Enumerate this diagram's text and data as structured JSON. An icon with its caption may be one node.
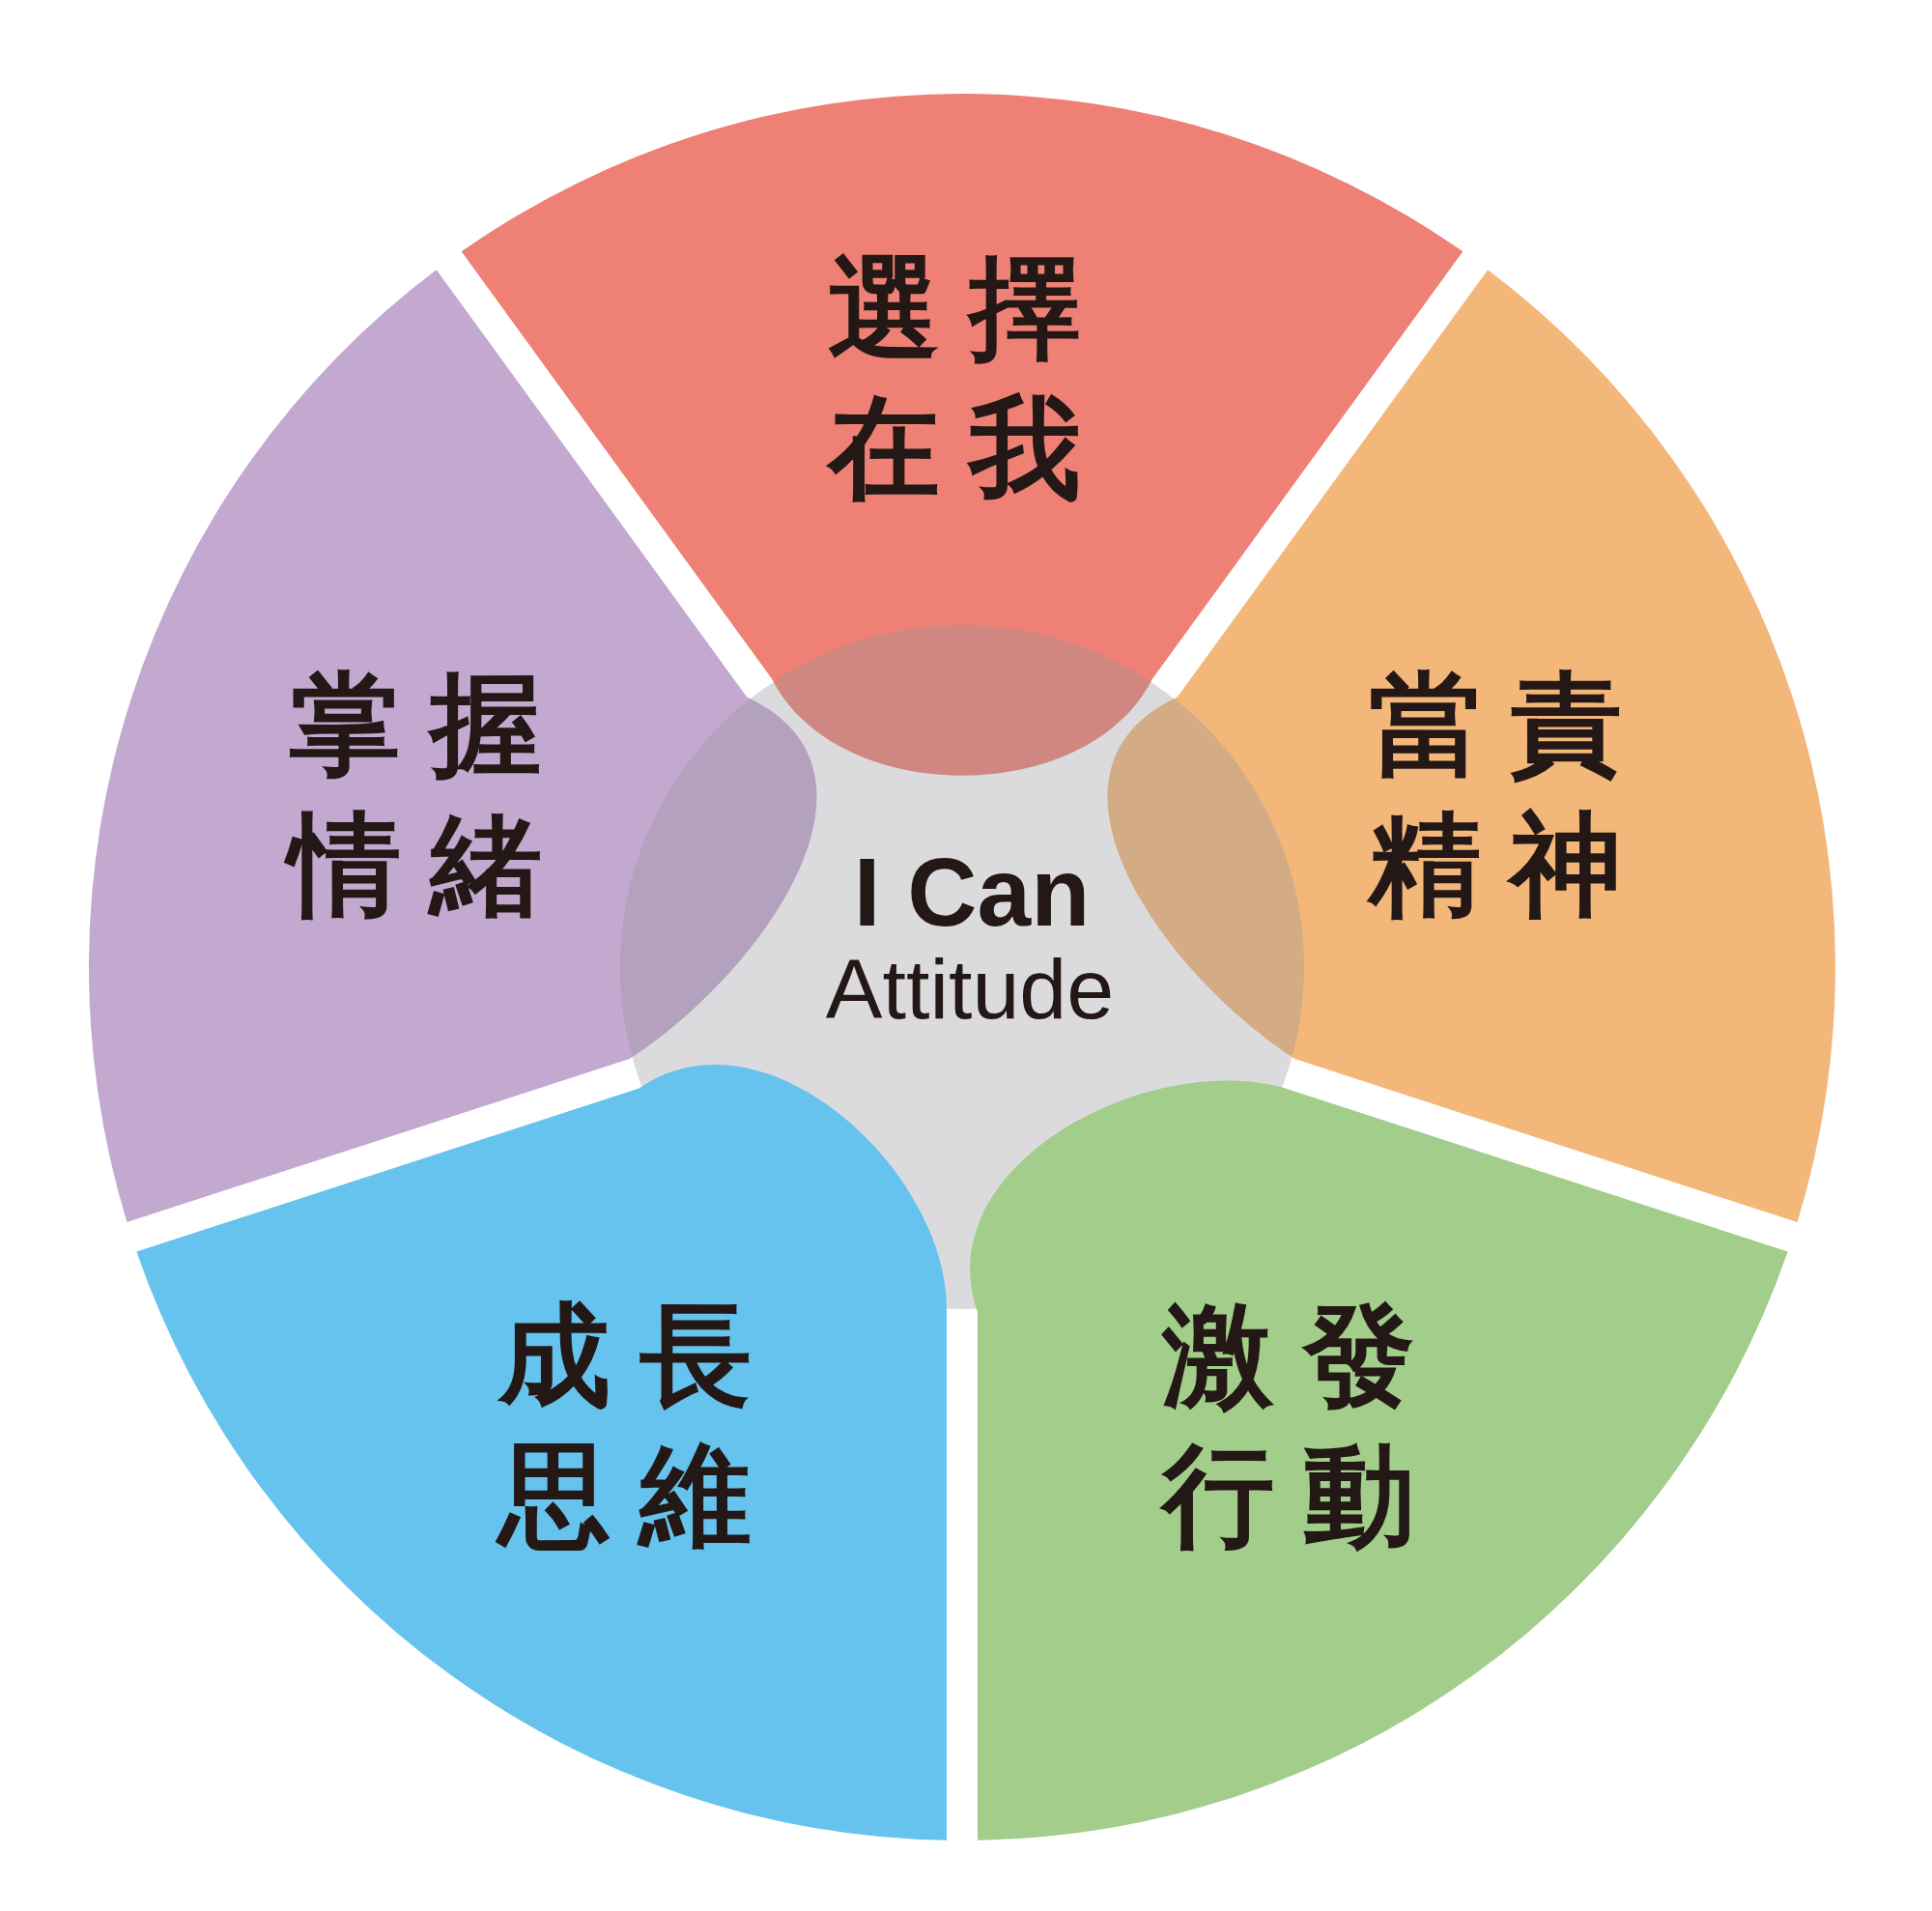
{
  "diagram": {
    "nodes": [
      {
        "text": [
          "選擇在我"
        ]
      },
      {
        "text": [
          "掌握情緒"
        ]
      },
      {
        "text": [
          "當責精神"
        ]
      },
      {
        "text": [
          "I Can",
          "Attitude"
        ]
      },
      {
        "text": [
          "成長思維"
        ]
      },
      {
        "text": [
          "激發行動"
        ]
      }
    ]
  }
}
